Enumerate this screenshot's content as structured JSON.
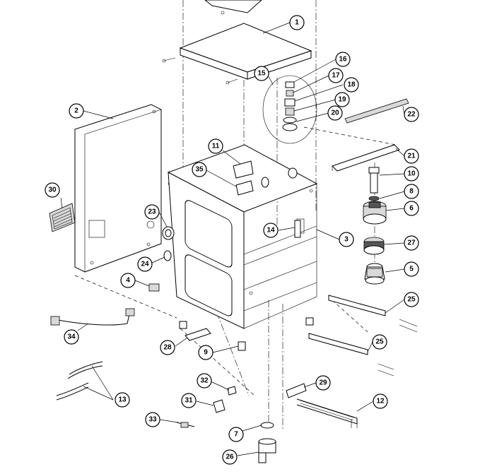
{
  "diagram": {
    "type": "exploded-parts-view",
    "part_labels": [
      "1",
      "2",
      "3",
      "4",
      "5",
      "6",
      "7",
      "8",
      "9",
      "10",
      "11",
      "12",
      "13",
      "14",
      "15",
      "16",
      "17",
      "18",
      "19",
      "20",
      "21",
      "22",
      "23",
      "24",
      "25",
      "25",
      "26",
      "27",
      "28",
      "29",
      "30",
      "31",
      "32",
      "33",
      "34",
      "35"
    ]
  }
}
